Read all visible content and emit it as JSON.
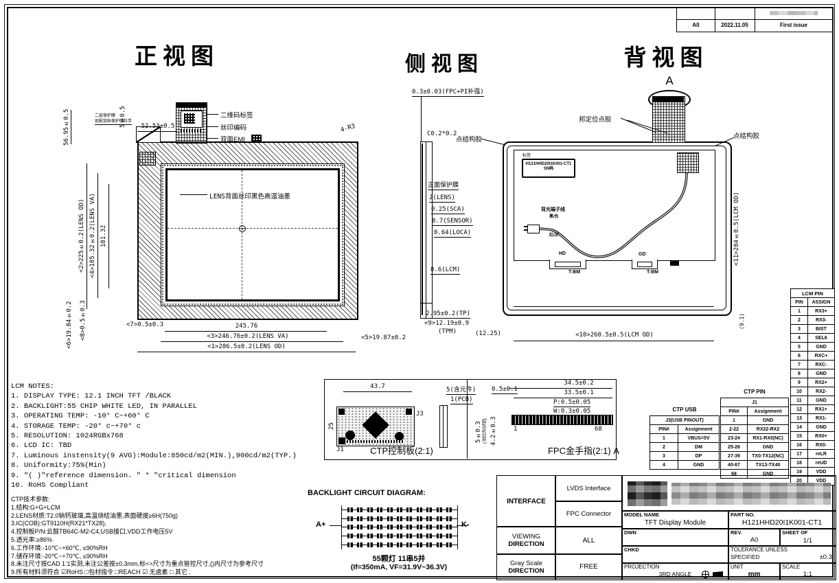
{
  "rev": {
    "rev": "A0",
    "date": "2022.11.05",
    "desc": "First issue"
  },
  "titles": {
    "front": "正视图",
    "side": "侧视图",
    "back": "背视图"
  },
  "front": {
    "film_note1": "二层保护膜",
    "film_note2": "现配加贴保护膜拉手",
    "qr_label": "二维码标签",
    "silk_label": "丝印编码",
    "emi_label": "双面EMI",
    "ink_label": "LENS背面丝印黑色高温油墨",
    "corner_r": "4-R3",
    "dim_top": "56.95±0.5",
    "dim_tab_w": "52.53±0.5",
    "dim_tab_h": "5±0.5",
    "dim_od_v": "<2>225±0.2(LENS OD)",
    "dim_va_v": "<4>185.32±0.2(LENS VA)",
    "dim_181": "181.32",
    "dim_6": "<6>19.84±0.2",
    "dim_8": "<8>0.5±0.3",
    "dim_7": "<7>0.5±0.3",
    "dim_245": "245.76",
    "dim_va_h": "<3>246.76±0.2(LENS VA)",
    "dim_od_h": "<1>286.5±0.2(LENS OD)",
    "dim_5": "<5>19.87±0.2"
  },
  "side": {
    "fpc": "0.3±0.03(FPC+PI补强)",
    "c02": "C0.2*0.2",
    "dot_glue": "点结构胶",
    "film": "正面保护膜",
    "lens": "2(LENS)",
    "sca": "0.25(SCA)",
    "sensor": "0.7(SENSOR)",
    "loca": "0.64(LOCA)",
    "lcm": "8.6(LCM)",
    "tp": "2.95±0.2(TP)",
    "tpm1": "<9>12.19±0.9",
    "tpm2": "(TPM)",
    "ref": "(12.25)"
  },
  "back": {
    "view_a": "A",
    "bond_glue": "邦定位点胶",
    "dot_glue": "点结构胶",
    "tag": "标签",
    "tag_line1": "H121HHD20I1K001-CT1",
    "tag_line2": "SN码",
    "wire_label": "背光端子线",
    "wire_black": "黑/负",
    "wire_red": "红/正",
    "notch1": "HD",
    "notch1b": "T-BM",
    "notch2": "GD",
    "notch2b": "T-BM",
    "dim_v": "<11>204±0.5(LCM OD)",
    "dim_ref": "(9.1)",
    "dim_h": "<10>260.5±0.5(LCM OD)"
  },
  "lcm_notes": {
    "title": "LCM NOTES:",
    "items": [
      "1. DISPLAY TYPE: 12.1 INCH TFT /BLACK",
      "2. BACKLIGHT:55 CHIP WHITE LED, IN PARALLEL",
      "3. OPERATING TEMP: -10° C~+60° C",
      "4. STORAGE TEMP: -20° c~+70° c",
      "5. RESOLUTION: 1024RGBx768",
      "6. LCD IC: TBD",
      "7. Luminous instensity(9 AVG):Module:850cd/m2(MIN.),900cd/m2(TYP.)",
      "8. Uniformity:75%(Min)",
      "9. \"( )\"reference dimension. \" * \"critical dimension",
      "10. RoHS Compliant"
    ]
  },
  "ctp_params": {
    "title": "CTP技术参数:",
    "items": [
      "1.结构:G+G+LCM",
      "2.LENS材质:T2.0钠钙玻璃,高温烧结油墨,表面硬度≥6H(750g)",
      "3.IC(COB):GT9110H(RX21*TX28),",
      "4.控制板P/N:云鼓TB64C-M2-C4,USB接口,VDD工作电压5V",
      "5.透光率:≥86%",
      "6.工作环境:-10℃~+60℃, ≤90%RH",
      "7.储存环境:-20℃~+70℃, ≤90%RH",
      "8.未注尺寸按CAD 1:1实测,未注公差按±0.3mm,标<>尺寸为重点管控尺寸,()内尺寸为参考尺寸",
      "9.所有材料须符合 ☑RoHS □包材指令 □REACH ☑ 无卤素 □ 其它 ."
    ]
  },
  "ctp_board": {
    "caption": "CTP控制板(2:1)",
    "dim_w": "43.7",
    "dim_h": "25",
    "j3": "J3",
    "j1": "J1",
    "comp": "5(含元件)",
    "pcb": "1(PCB)"
  },
  "fpc_finger": {
    "caption": "FPC金手指(2:1) A",
    "d1": "34.5±0.2",
    "d2": "33.5±0.1",
    "d3": "0.5±0.1",
    "p": "P:0.5±0.05",
    "w": "W:0.3±0.05",
    "v1": "5±0.3",
    "v1b": "(丝印对位线)",
    "v2": "4.2±0.3",
    "pin_first": "1",
    "pin_last": "68"
  },
  "backlight": {
    "title": "BACKLIGHT CIRCUIT DIAGRAM:",
    "anode": "A+",
    "cathode": "K-",
    "rows": 5,
    "cols": 11,
    "caption1": "55颗灯 11串5并",
    "caption2": "(If=350mA,  VF=31.9V~36.3V)"
  },
  "lcm_pin": {
    "title": "LCM PIN",
    "h1": "PIN",
    "h2": "ASSIGN",
    "rows": [
      [
        "1",
        "RX3+"
      ],
      [
        "2",
        "RX3-"
      ],
      [
        "3",
        "BIST"
      ],
      [
        "4",
        "SEL6"
      ],
      [
        "5",
        "GND"
      ],
      [
        "6",
        "RXC+"
      ],
      [
        "7",
        "RXC-"
      ],
      [
        "8",
        "GND"
      ],
      [
        "9",
        "RX2+"
      ],
      [
        "10",
        "RX2-"
      ],
      [
        "11",
        "GND"
      ],
      [
        "12",
        "RX1+"
      ],
      [
        "13",
        "RX1-"
      ],
      [
        "14",
        "GND"
      ],
      [
        "15",
        "RX0+"
      ],
      [
        "16",
        "RX0-"
      ],
      [
        "17",
        "reLR"
      ],
      [
        "18",
        "reUD"
      ],
      [
        "19",
        "VDD"
      ],
      [
        "20",
        "VDD"
      ]
    ]
  },
  "ctp_pin": {
    "title": "CTP PIN",
    "sub": "J1",
    "h1": "PIN#",
    "h2": "Assignment",
    "rows": [
      [
        "1",
        "GND"
      ],
      [
        "2-22",
        "RX22-RX2"
      ],
      [
        "23-24",
        "RX1-RX0(NC)"
      ],
      [
        "25-26",
        "GND"
      ],
      [
        "27-39",
        "TX0-TX12(NC)"
      ],
      [
        "40-67",
        "TX13-TX40"
      ],
      [
        "68",
        "GND"
      ]
    ]
  },
  "ctp_usb": {
    "title": "CTP USB",
    "sub": "J3(USB PINOUT)",
    "h1": "PIN#",
    "h2": "Assignment",
    "rows": [
      [
        "1",
        "VBUS=5V"
      ],
      [
        "2",
        "DM"
      ],
      [
        "3",
        "DP"
      ],
      [
        "4",
        "GND"
      ]
    ]
  },
  "tb": {
    "interface": "INTERFACE",
    "lvds": "LVDS Interface",
    "fpc": "FPC Connector",
    "viewing1": "VIEWING",
    "viewing2": "DIRECTION",
    "viewing_val": "ALL",
    "gray1": "Gray Scale",
    "gray2": "DIRECTION",
    "gray_val": "FREE",
    "model_label": "MODEL NAME",
    "model_val": "TFT Display Module",
    "part_label": "PART NO.",
    "part_val": "H121HHD20I1K001-CT1",
    "dwn": "DWN",
    "chkd": "CHKD",
    "rev_label": "REV.",
    "rev_val": "A0",
    "sheet_label": "SHEET OF",
    "sheet_val": "1/1",
    "tol_label1": "TOLERANCE UNLESS",
    "tol_label2": "SPECIFIED",
    "tol_val": "±0.3",
    "proj_label": "PROJECTION",
    "proj_val": "3RD ANGLE",
    "unit_label": "UNIT",
    "unit_val": "mm",
    "scale_label": "SCALE",
    "scale_val": "1:1"
  }
}
